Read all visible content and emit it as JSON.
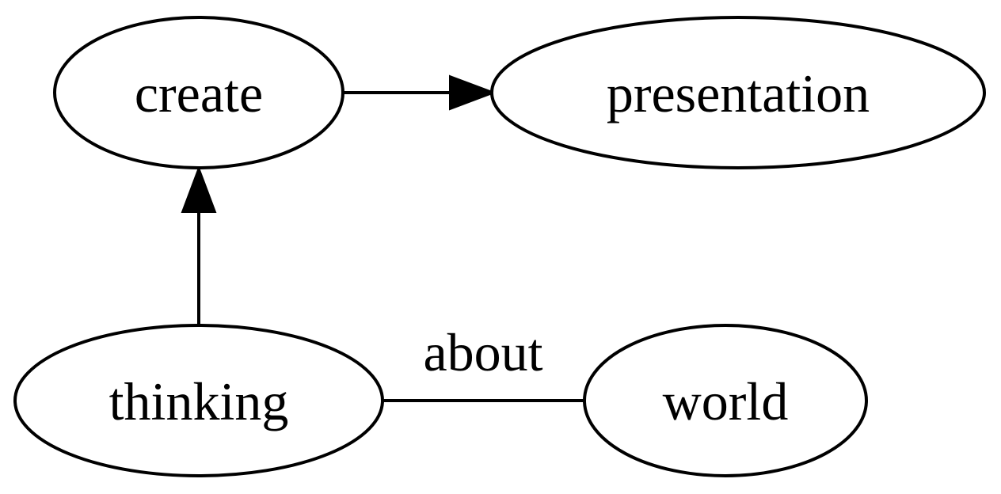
{
  "diagram": {
    "nodes": {
      "create": "create",
      "presentation": "presentation",
      "thinking": "thinking",
      "world": "world"
    },
    "edges": {
      "thinking_world": "about"
    }
  }
}
